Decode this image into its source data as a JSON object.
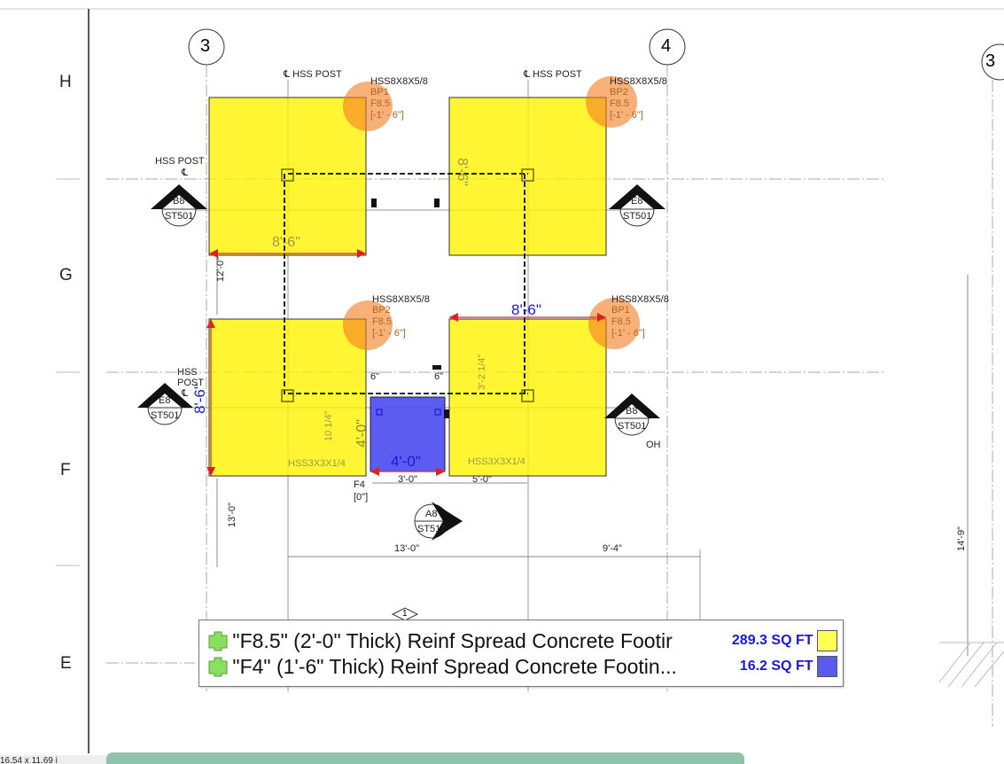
{
  "grid": {
    "columns": [
      "3",
      "4",
      "3"
    ],
    "rows": [
      "H",
      "G",
      "F",
      "E"
    ]
  },
  "footings": [
    {
      "type": "F8.5",
      "color": "#fff200"
    },
    {
      "type": "F8.5",
      "color": "#fff200"
    },
    {
      "type": "F8.5",
      "color": "#fff200"
    },
    {
      "type": "F8.5",
      "color": "#fff200"
    },
    {
      "type": "F4",
      "color": "#5555ee"
    }
  ],
  "tags": [
    {
      "post": "HSS8X8X5/8",
      "plate": "BP1",
      "footing": "F8.5",
      "elev": "[-1' - 6\"]"
    },
    {
      "post": "HSS8X8X5/8",
      "plate": "BP2",
      "footing": "F8.5",
      "elev": "[-1' - 6\"]"
    },
    {
      "post": "HSS8X8X5/8",
      "plate": "BP2",
      "footing": "F8.5",
      "elev": "[-1' - 6\"]"
    },
    {
      "post": "HSS8X8X5/8",
      "plate": "BP1",
      "footing": "F8.5",
      "elev": "[-1' - 6\"]"
    }
  ],
  "f4_tag": {
    "footing": "F4",
    "elev": "[0\"]"
  },
  "labels": {
    "cl_hss_post": "HSS POST",
    "hss_post_a": "HSS POST",
    "hss_post_b1": "HSS",
    "hss_post_b2": "POST",
    "hss3_a": "HSS3X3X1/4",
    "hss3_b": "HSS3X3X1/4",
    "oh": "OH"
  },
  "sections": [
    {
      "top": "B8",
      "bottom": "ST501"
    },
    {
      "top": "E8",
      "bottom": "ST501"
    },
    {
      "top": "E8",
      "bottom": "ST501"
    },
    {
      "top": "B8",
      "bottom": "ST501"
    },
    {
      "top": "A8",
      "bottom": "ST517"
    }
  ],
  "keynote": "1",
  "dimensions": {
    "f1_width": "8'-6\"",
    "f2_height": "8'-6\"",
    "f4_top_width": "8'-6\"",
    "f3_height": "8'-6\"",
    "blue_width": "4'-0\"",
    "blue_height": "4'-0\"",
    "gap_a": "6\"",
    "gap_b": "6\"",
    "d_3_0": "3'-0\"",
    "d_5_0": "5'-0\"",
    "d_13_0_h": "13'-0\"",
    "d_9_4": "9'-4\"",
    "d_12_0": "12'-0\"",
    "d_13_0_v": "13'-0\"",
    "d_10_1_4": "10 1/4\"",
    "d_3_2_1_4": "3'-2 1/4\"",
    "d_14_9": "14'-9\""
  },
  "legend": [
    {
      "icon": "footing-shape-icon",
      "name": "\"F8.5\" (2'-0\" Thick) Reinf Spread Concrete Footir",
      "quantity": "289.3 SQ FT",
      "color": "#ffff55"
    },
    {
      "icon": "footing-shape-icon",
      "name": "\"F4\" (1'-6\" Thick) Reinf Spread Concrete Footin...",
      "quantity": "16.2 SQ FT",
      "color": "#5a5aee"
    }
  ],
  "status": {
    "page_size": "16.54 x 11.69 i"
  }
}
